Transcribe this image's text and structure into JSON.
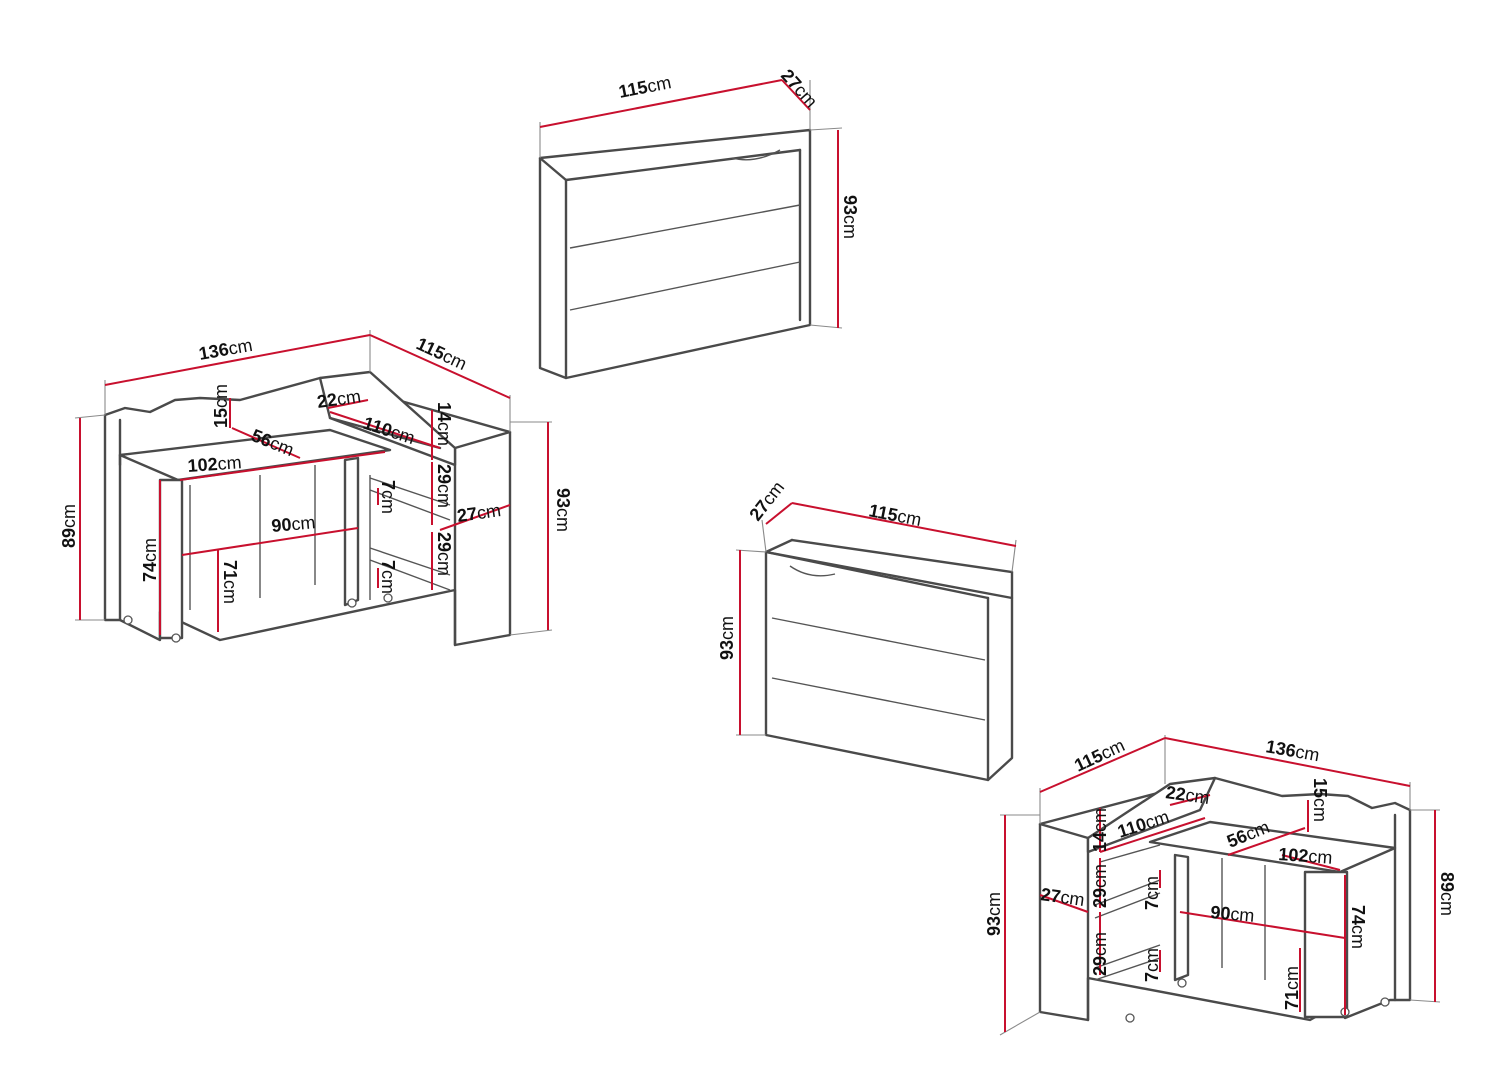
{
  "unit": "cm",
  "views": {
    "closed_top": {
      "width": "115",
      "depth": "27",
      "height": "93"
    },
    "closed_mid": {
      "width": "115",
      "depth": "27",
      "height": "93"
    },
    "open_left": {
      "width": "136",
      "depth": "115",
      "height_left": "89",
      "height_right": "93",
      "back_top": "15",
      "desk_depth": "56",
      "desk_width": "102",
      "shelf_gap": "22",
      "shelf_width": "110",
      "shelf_height": "14",
      "compartment_1": "29",
      "cabinet_depth": "27",
      "compartment_2": "29",
      "knee_width": "90",
      "desk_height": "74",
      "knee_height": "71",
      "shelf_thickness_1": "7",
      "shelf_thickness_2": "7"
    },
    "open_right": {
      "width": "115",
      "depth": "136",
      "height_left": "93",
      "height_right": "89",
      "back_top": "15",
      "desk_depth": "56",
      "desk_width": "102",
      "shelf_gap": "22",
      "shelf_width": "110",
      "shelf_height": "14",
      "compartment_1": "29",
      "cabinet_depth": "27",
      "compartment_2": "29",
      "knee_width": "90",
      "desk_height": "74",
      "knee_height": "71",
      "shelf_thickness_1": "7",
      "shelf_thickness_2": "7"
    }
  }
}
